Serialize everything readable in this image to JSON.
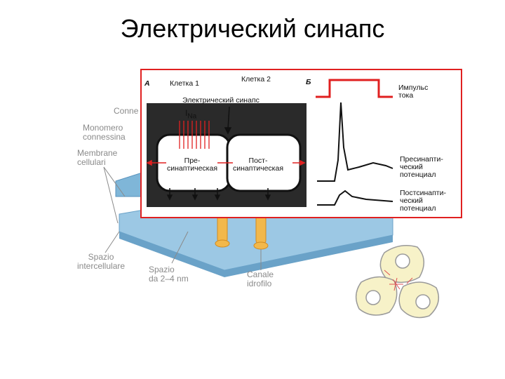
{
  "title": "Электрический синапс",
  "background_labels": {
    "connexon": "Conne",
    "monomer_line1": "Monomero",
    "monomer_line2": "connessina",
    "membrane_line1": "Membrane",
    "membrane_line2": "cellulari",
    "spazio_line1": "Spazio",
    "spazio_line2": "intercellulare",
    "spazio2_line1": "Spazio",
    "spazio2_line2": "da 2–4 nm",
    "canale_line1": "Canale",
    "canale_line2": "idrofilo"
  },
  "inset": {
    "panel_a": "А",
    "panel_b": "Б",
    "cell1": "Клетка 1",
    "cell2": "Клетка 2",
    "synapse": "Электрический синапс",
    "current_symbol": "I",
    "current_sub": "Na",
    "pre_line1": "Пре-",
    "pre_line2": "синаптическая",
    "post_line1": "Пост-",
    "post_line2": "синаптическая",
    "impulse_line1": "Импульс",
    "impulse_line2": "тока",
    "presyn_line1": "Пресинапти-",
    "presyn_line2": "ческий",
    "presyn_line3": "потенциал",
    "postsyn_line1": "Постсинапти-",
    "postsyn_line2": "ческий",
    "postsyn_line3": "потенциал"
  },
  "colors": {
    "border": "#e02020",
    "sheet_blue": "#7fb6d8",
    "channel_orange": "#f2b84b",
    "cell_fill": "#f7f2c8"
  }
}
